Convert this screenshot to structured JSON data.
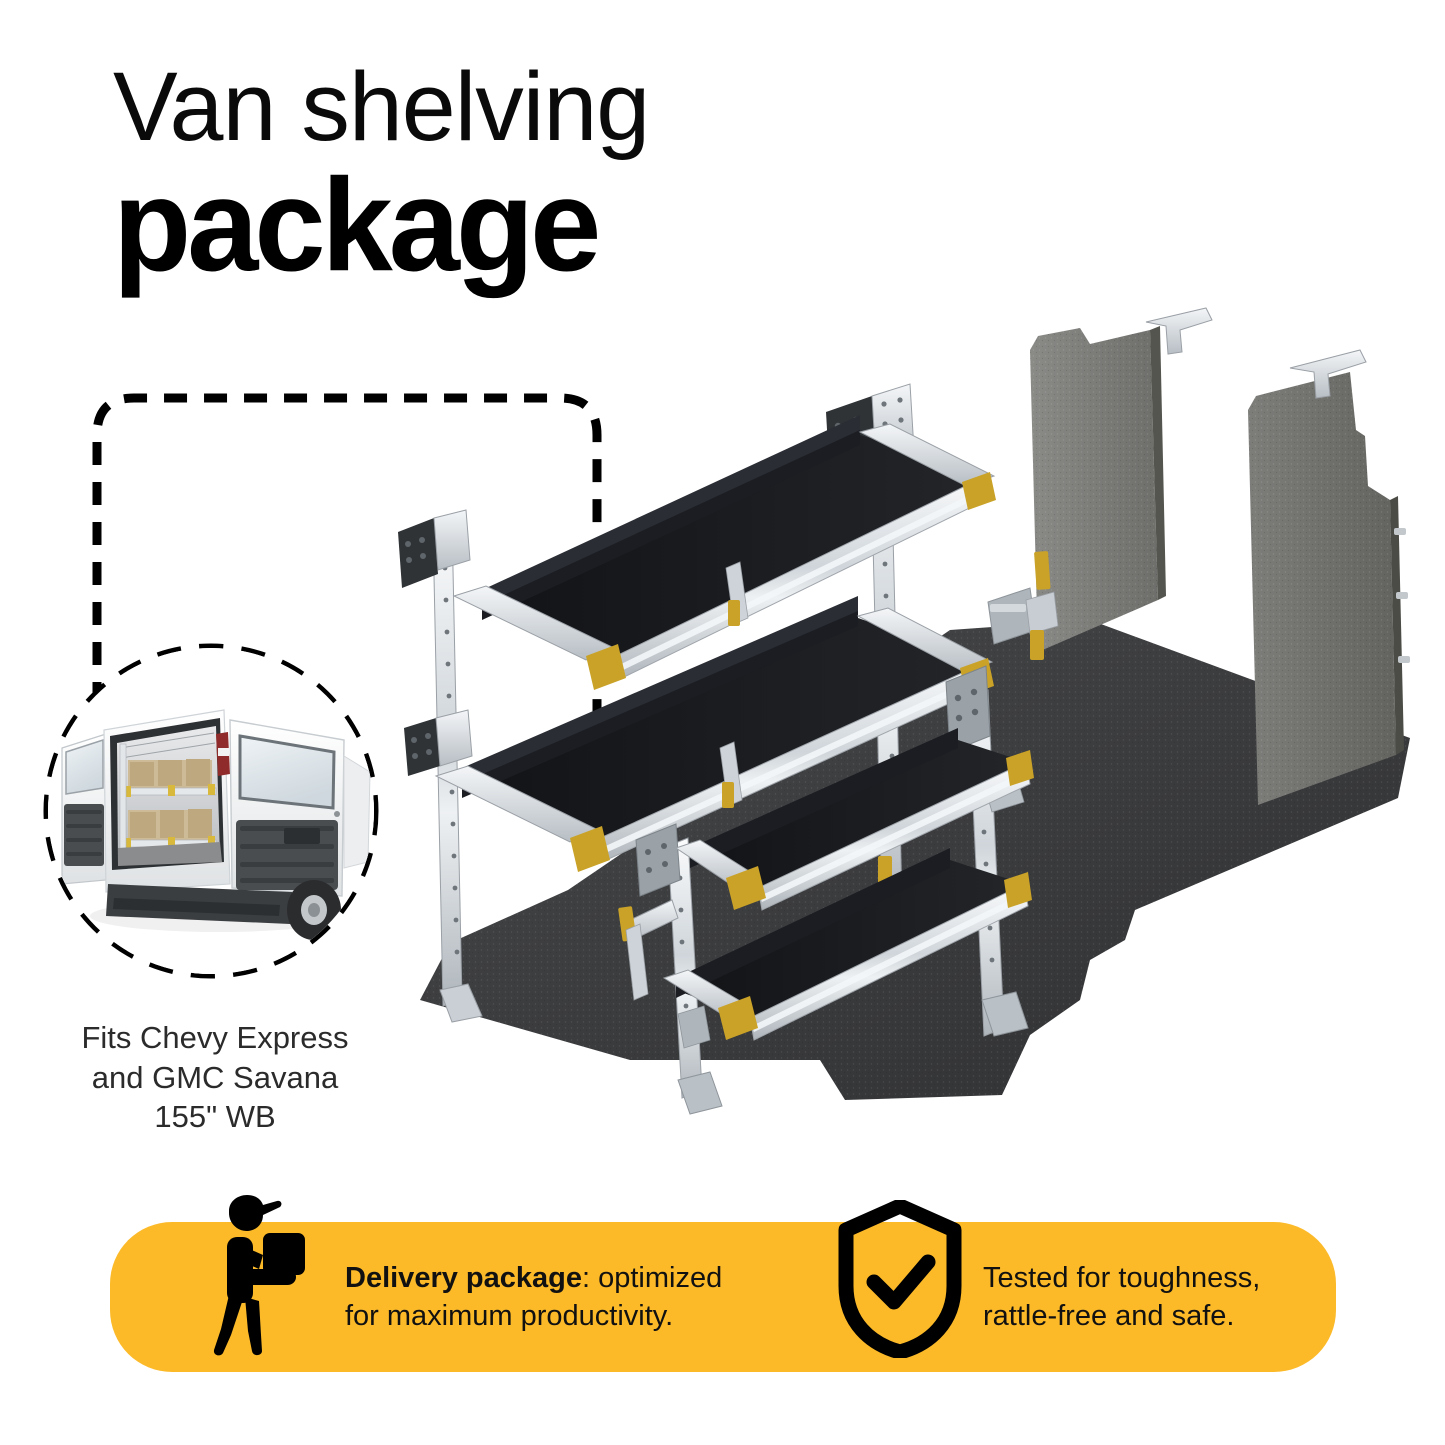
{
  "title": {
    "line1": "Van shelving",
    "line2": "package"
  },
  "callout": {
    "vehicle_caption_line1": "Fits Chevy Express",
    "vehicle_caption_line2": "and GMC Savana",
    "vehicle_caption_line3": "155\" WB",
    "photo_alt": "white cargo van with rear doors open showing loaded shelving"
  },
  "product": {
    "alt": "isometric render of van shelving package with two shelving units, floor mat and wall liner panels",
    "components": [
      "three-tier driver side shelving unit",
      "three-tier passenger side shelving unit",
      "van floor mat with wheel well cutouts",
      "left wall liner panel",
      "right wall liner panel"
    ]
  },
  "banner": {
    "background_color": "#FCBA29",
    "features": [
      {
        "icon": "delivery-person-icon",
        "strong": "Delivery package",
        "rest": ": optimized",
        "line2": "for maximum productivity."
      },
      {
        "icon": "shield-check-icon",
        "line1": "Tested for toughness,",
        "line2": "rattle-free and safe."
      }
    ]
  },
  "colors": {
    "accent_yellow": "#FCBA29",
    "shelf_black": "#17181c",
    "metal_light": "#d8dde2",
    "metal_mid": "#a9b1b9",
    "floor_mat": "#3c3d3f",
    "liner_grey": "#7e7e7c",
    "tab_yellow": "#c9a227",
    "text_dark": "#111111"
  }
}
